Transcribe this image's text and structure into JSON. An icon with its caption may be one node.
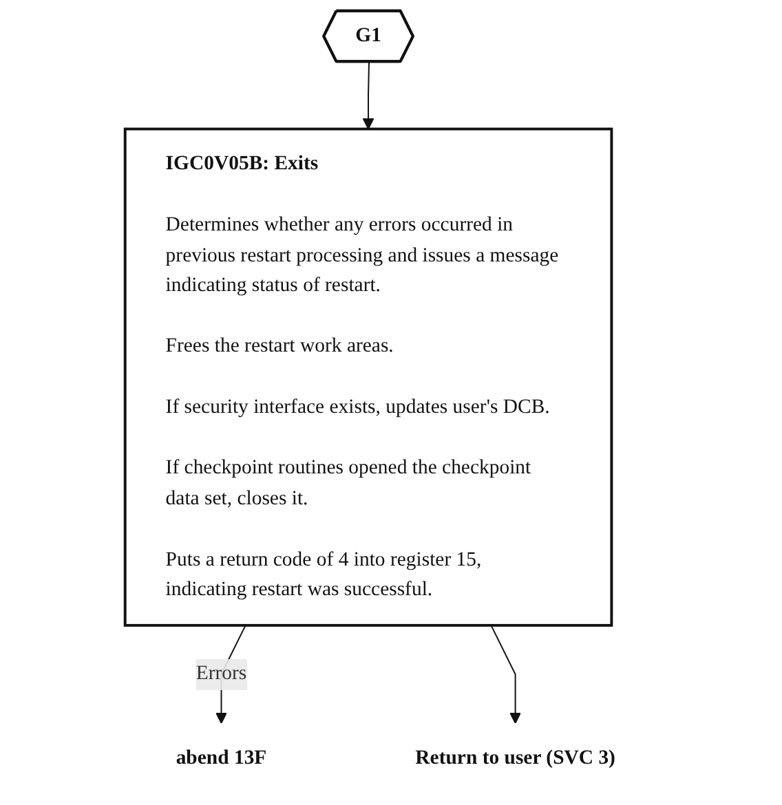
{
  "diagram": {
    "nodes": [
      {
        "text": [
          "G1"
        ]
      },
      {
        "text": [
          "IGC0V05B: Exits",
          "Determines whether any errors occurred in previous restart processing and issues a message indicating status of restart.",
          "Frees the restart work areas.",
          "If security interface exists, updates user's DCB.",
          "If checkpoint routines opened the checkpoint data set, closes it.",
          "Puts a return code of 4 into register 15, indicating restart was successful."
        ]
      },
      {
        "text": [
          "abend 13F"
        ]
      },
      {
        "text": [
          "Return to user (SVC 3)"
        ]
      }
    ],
    "edges": [
      {
        "from": 0,
        "to": 1,
        "arrow": "to"
      },
      {
        "from": 1,
        "to": 2,
        "arrow": "to",
        "label": "Errors"
      },
      {
        "from": 1,
        "to": 3,
        "arrow": "to"
      }
    ]
  }
}
